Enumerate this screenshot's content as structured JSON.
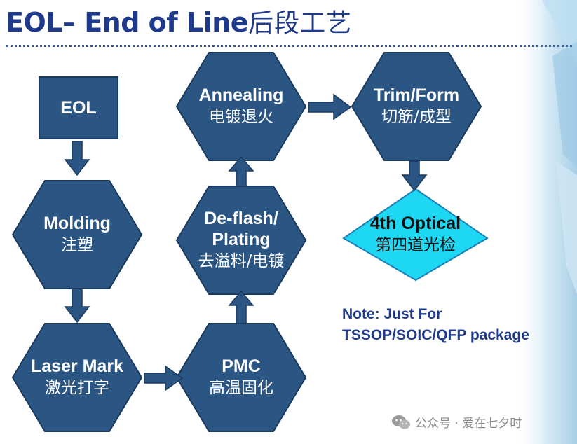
{
  "title": {
    "en": "EOL– End of Line",
    "cn": "后段工艺"
  },
  "nodes": {
    "eol": {
      "en": "EOL"
    },
    "molding": {
      "en": "Molding",
      "cn": "注塑"
    },
    "laser": {
      "en": "Laser Mark",
      "cn": "激光打字"
    },
    "pmc": {
      "en": "PMC",
      "cn": "高温固化"
    },
    "deflash": {
      "en1": "De-flash/",
      "en2": "Plating",
      "cn": "去溢料/电镀"
    },
    "annealing": {
      "en": "Annealing",
      "cn": "电镀退火"
    },
    "trim": {
      "en": "Trim/Form",
      "cn": "切筋/成型"
    },
    "optical": {
      "en": "4th Optical",
      "cn": "第四道光检"
    }
  },
  "note": {
    "line1": "Note:  Just For",
    "line2": "TSSOP/SOIC/QFP package"
  },
  "watermark": {
    "text": "公众号 · 爱在七夕时",
    "icon": "wechat-icon"
  },
  "colors": {
    "node_fill": "#2b5582",
    "node_stroke": "#1a3a5e",
    "diamond_fill": "#1ed7f2",
    "diamond_stroke": "#1b7fb8",
    "title": "#1f3a8a"
  }
}
